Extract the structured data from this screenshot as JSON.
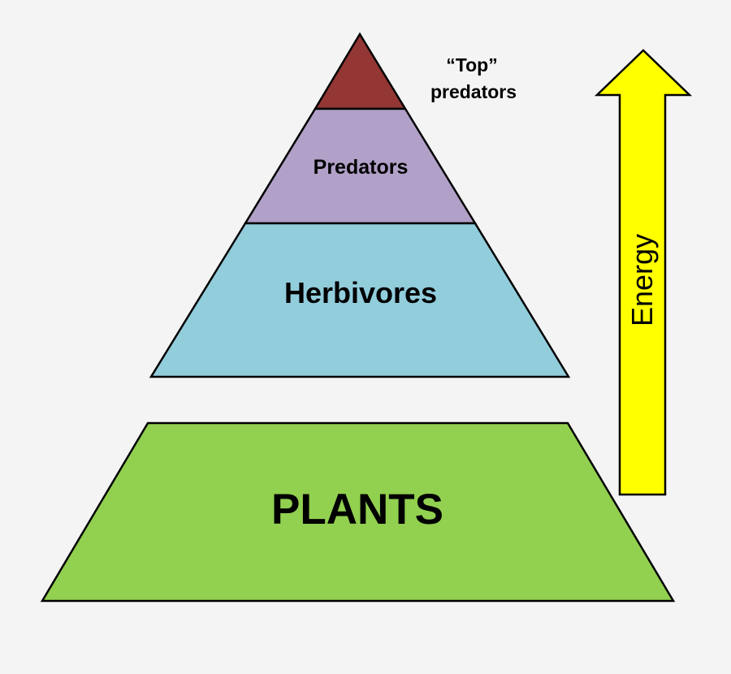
{
  "pyramid": {
    "levels": [
      {
        "id": "top-predators",
        "label_line1": "“Top”",
        "label_line2": "predators",
        "color": "#943634"
      },
      {
        "id": "predators",
        "label": "Predators",
        "color": "#b1a0c7"
      },
      {
        "id": "herbivores",
        "label": "Herbivores",
        "color": "#92cddc"
      },
      {
        "id": "plants",
        "label": "PLANTS",
        "color": "#92d050"
      }
    ],
    "outline_color": "#000000"
  },
  "energy_arrow": {
    "label": "Energy",
    "color": "#ffff00",
    "direction": "up"
  },
  "background_color": "#f4f4f4"
}
